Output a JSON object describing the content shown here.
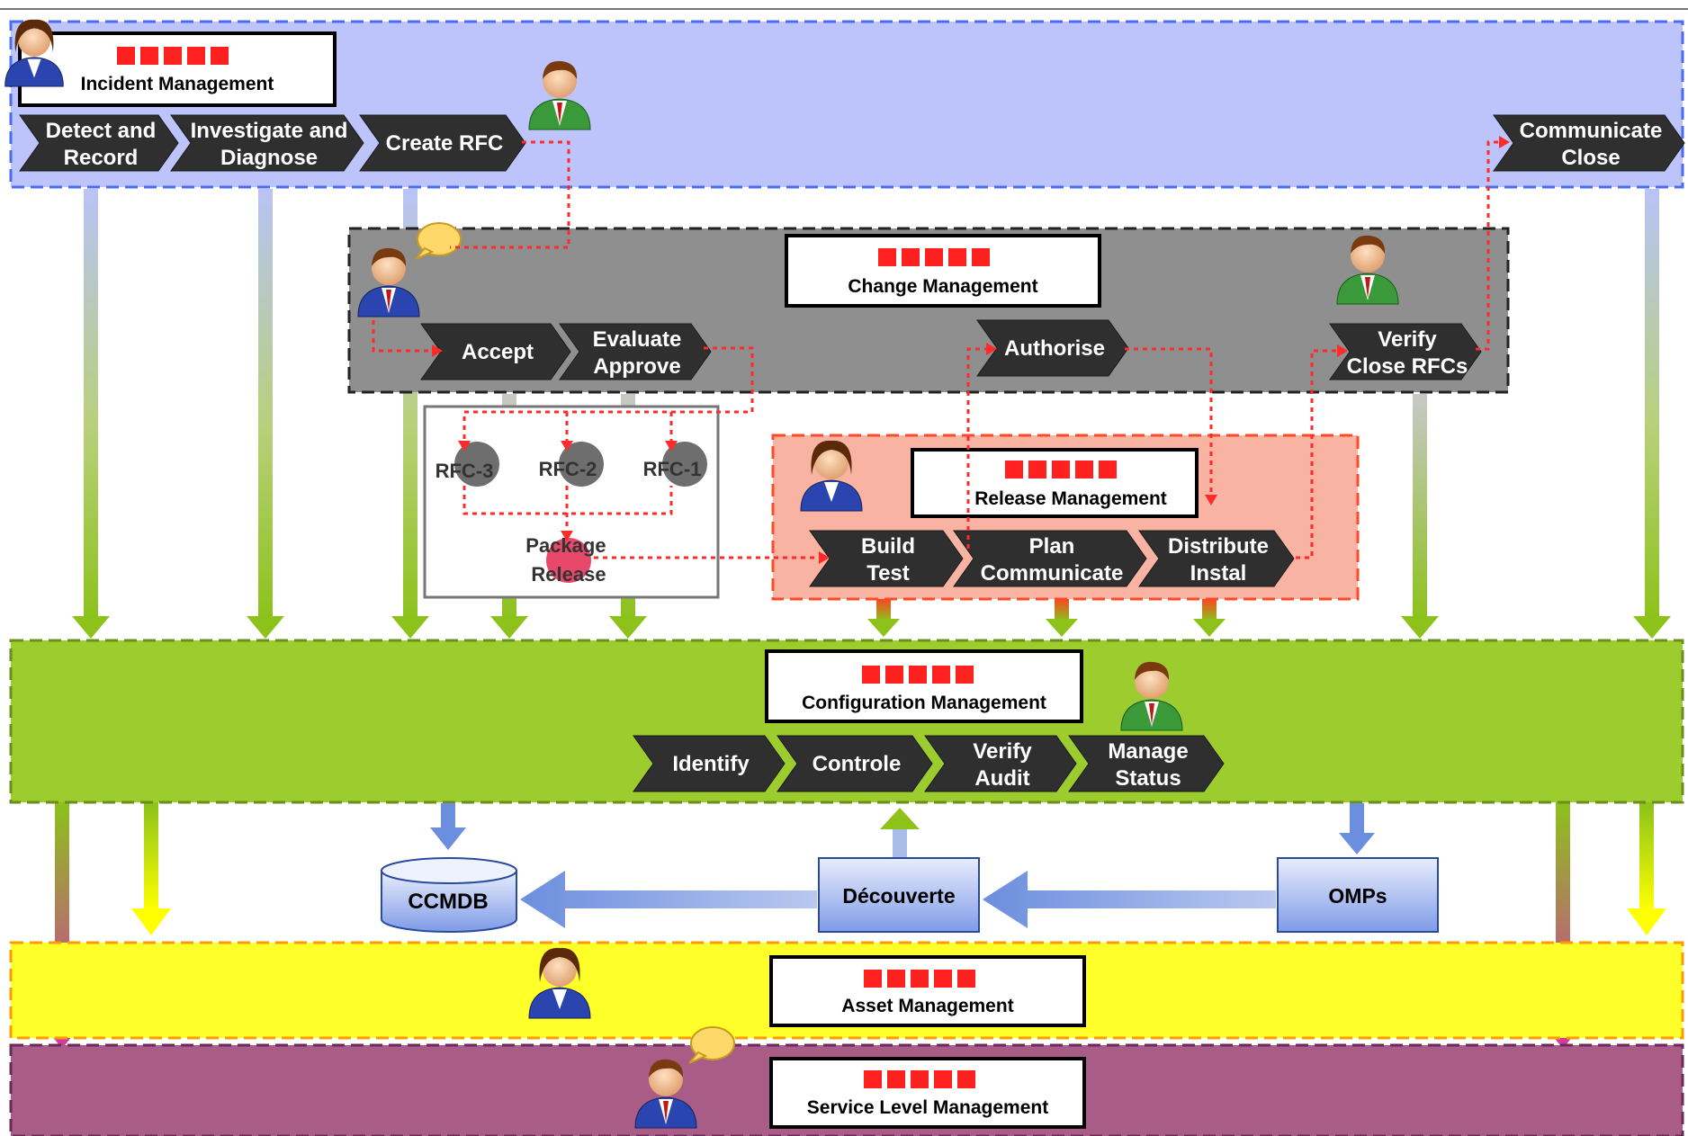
{
  "colors": {
    "incident_bg": "#bcc4fb",
    "incident_border": "#4a6cf0",
    "change_bg": "#8f8f8f",
    "release_bg": "#f9b3a3",
    "release_border": "#ff4a2a",
    "config_bg": "#9ccc2e",
    "config_border": "#6a8f1a",
    "asset_bg": "#ffff2a",
    "asset_border": "#ff9a00",
    "slm_bg": "#a85c86",
    "slm_border": "#6a2a5a",
    "chevron": "#2f2f2f",
    "connector": "#ff2a2a",
    "title_squares": "#ff2020"
  },
  "incident": {
    "title": "Incident Management",
    "steps": [
      "Detect and\nRecord",
      "Investigate and\nDiagnose",
      "Create RFC",
      "Communicate\nClose"
    ]
  },
  "change": {
    "title": "Change Management",
    "steps": [
      "Accept",
      "Evaluate\nApprove",
      "Authorise",
      "Verify\nClose RFCs"
    ]
  },
  "rfc": {
    "items": [
      "RFC-3",
      "RFC-2",
      "RFC-1"
    ],
    "package": "Package\nRelease"
  },
  "release": {
    "title": "Release Management",
    "steps": [
      "Build\nTest",
      "Plan\nCommunicate",
      "Distribute\nInstal"
    ]
  },
  "config": {
    "title": "Configuration Management",
    "steps": [
      "Identify",
      "Controle",
      "Verify\nAudit",
      "Manage\nStatus"
    ]
  },
  "data_sources": {
    "ccmdb": "CCMDB",
    "discovery": "Découverte",
    "omps": "OMPs"
  },
  "asset": {
    "title": "Asset Management"
  },
  "slm": {
    "title": "Service Level Management"
  },
  "icons": [
    "user-female-icon",
    "user-male-icon",
    "speech-bubble-icon",
    "database-icon"
  ]
}
